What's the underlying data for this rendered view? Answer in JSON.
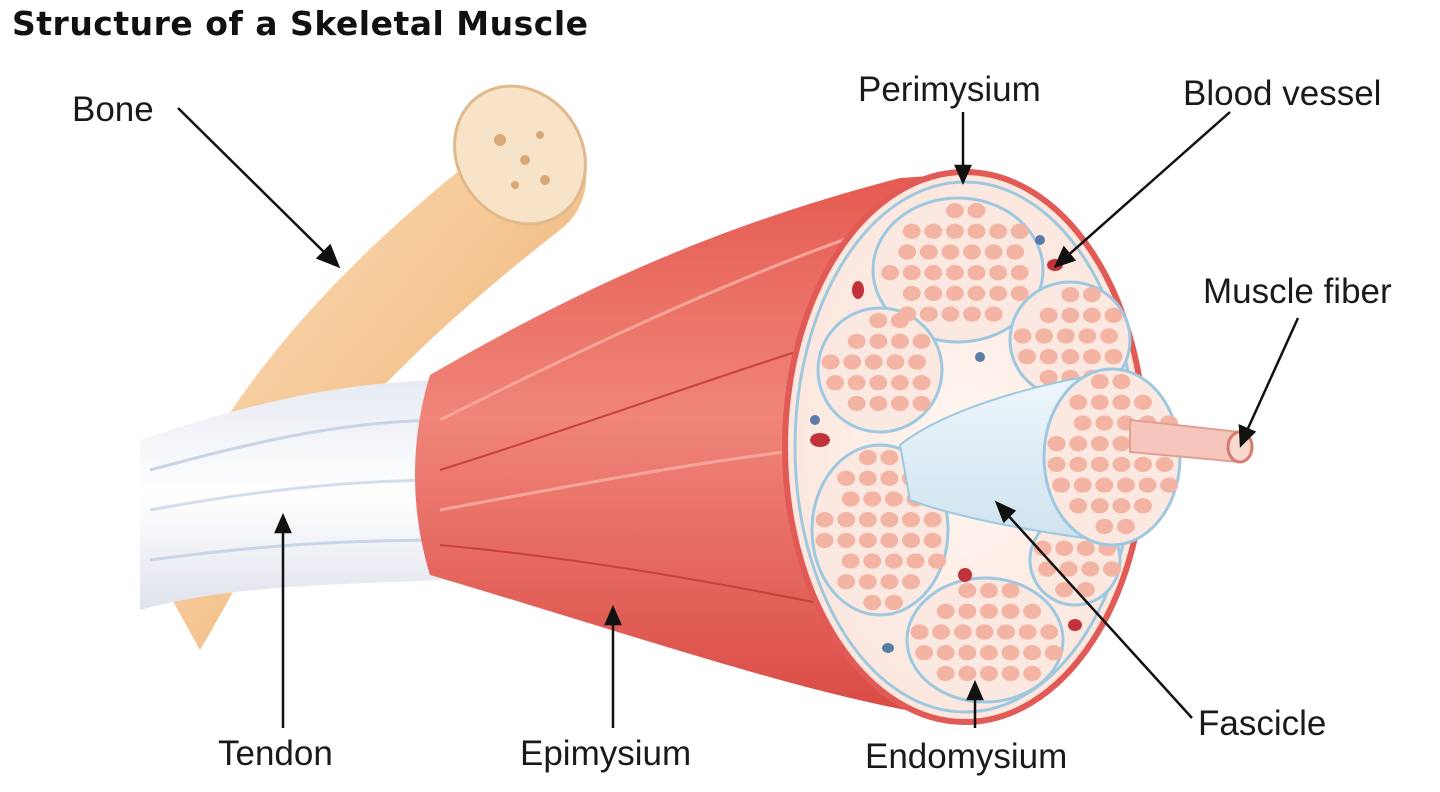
{
  "title": "Structure of a Skeletal Muscle",
  "labels": {
    "bone": "Bone",
    "tendon": "Tendon",
    "epimysium": "Epimysium",
    "perimysium": "Perimysium",
    "blood_vessel": "Blood vessel",
    "muscle_fiber": "Muscle fiber",
    "fascicle": "Fascicle",
    "endomysium": "Endomysium"
  },
  "colors": {
    "muscle": "#e2564f",
    "muscle_light": "#f07a70",
    "bone": "#f3c79a",
    "tendon": "#f4f4f6",
    "membrane": "#9ec8e0",
    "fascicle_fill": "#fbe9e1",
    "fiber_cell": "#f3b4a4",
    "vessel": "#c2323a"
  }
}
